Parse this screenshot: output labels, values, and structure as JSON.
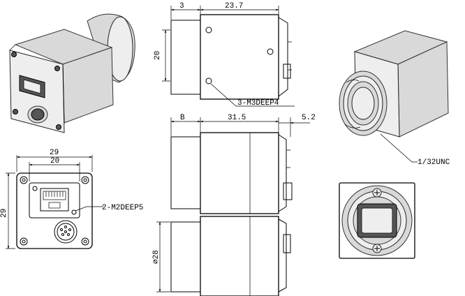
{
  "labels": {
    "top_dim_3": "3",
    "top_dim_23_7": "23.7",
    "top_dim_20": "20",
    "callout_3m3": "3-M3DEEP4",
    "mid_dim_b": "B",
    "mid_dim_31_5": "31.5",
    "mid_dim_5_2": "5.2",
    "callout_unc": "1/32UNC",
    "left_dim_29_top": "29",
    "left_dim_20": "20",
    "left_dim_29_side": "29",
    "callout_2m2": "2-M2DEEP5",
    "bottom_dim_dia28": "⌀28"
  }
}
